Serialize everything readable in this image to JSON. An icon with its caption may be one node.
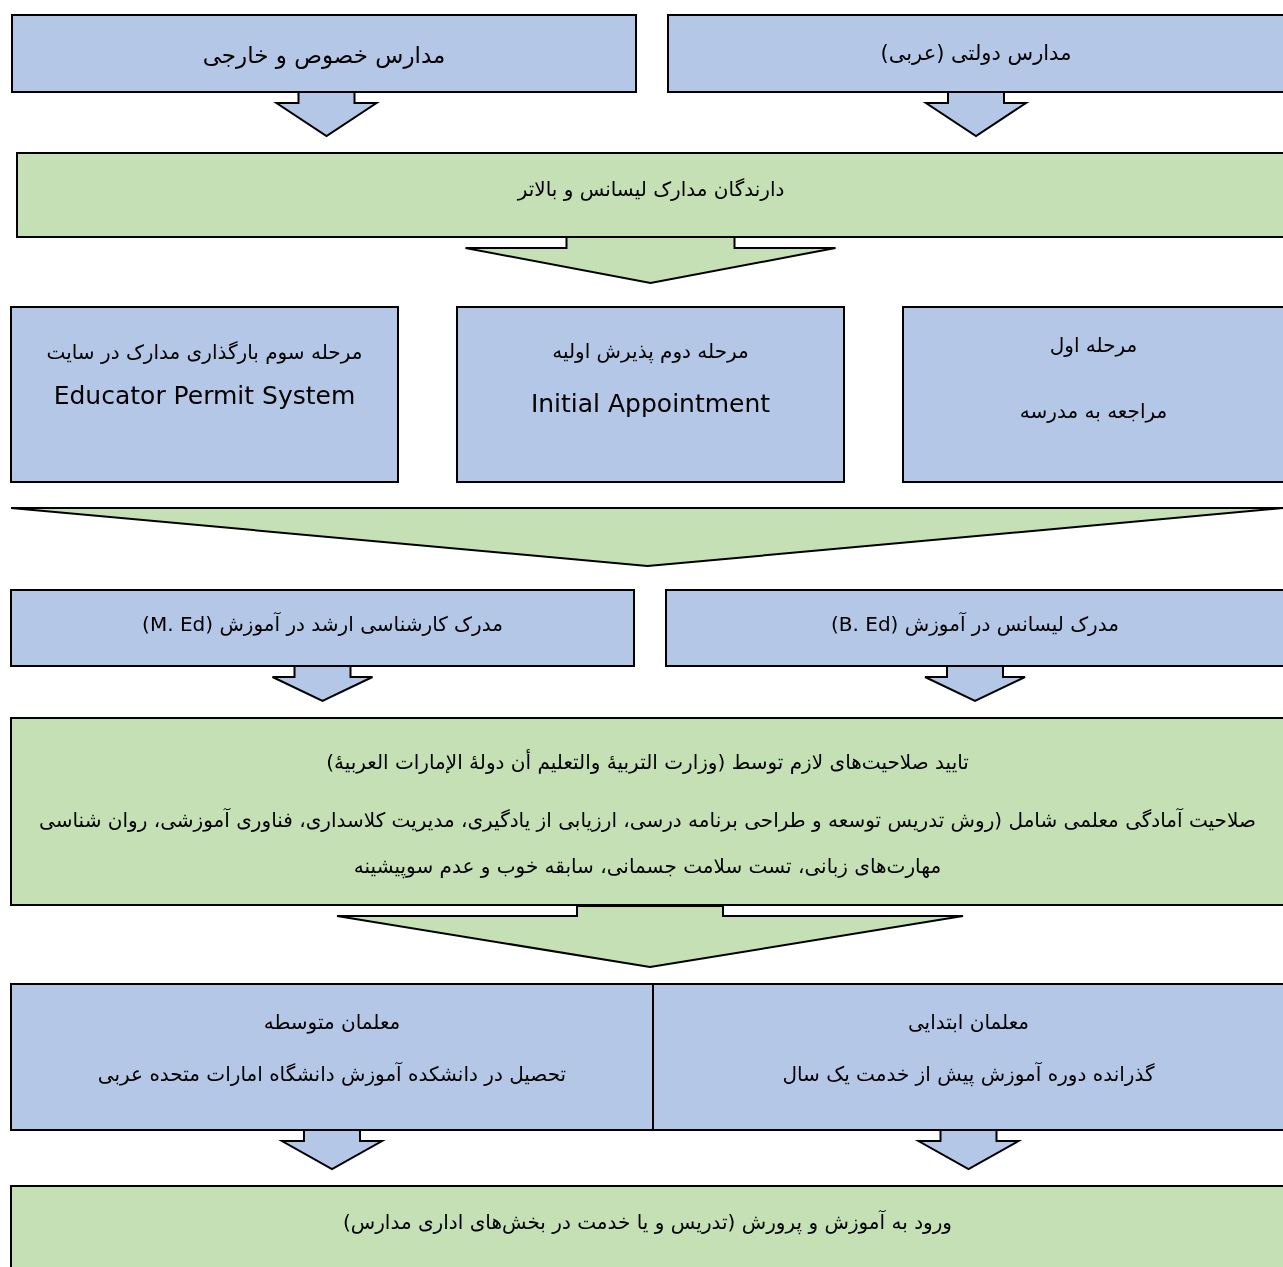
{
  "diagram": {
    "nodes": [
      {
        "text": [
          "مدارس دولتی (عربی)"
        ]
      },
      {
        "text": [
          "مدارس خصوص و خارجی"
        ]
      },
      {
        "text": [
          "دارندگان مدارک لیسانس و بالاتر"
        ]
      },
      {
        "text": [
          "مرحله اول",
          "مراجعه به مدرسه"
        ]
      },
      {
        "text": [
          "مرحله دوم پذیرش اولیه",
          "Initial Appointment"
        ]
      },
      {
        "text": [
          "مرحله سوم بارگذاری مدارک در سایت",
          "Educator Permit System"
        ]
      },
      {
        "text": [],
        "shape": "triangle"
      },
      {
        "text": [
          "مدرک لیسانس در آموزش (B. Ed)"
        ]
      },
      {
        "text": [
          "مدرک کارشناسی ارشد در آموزش (M. Ed)"
        ]
      },
      {
        "text": [
          "تایید صلاحیت‌های لازم توسط (وزارت التربیۀ والتعلیم أن دولۀ الإمارات العربیۀ)",
          "صلاحیت آمادگی معلمی شامل (روش تدریس توسعه و طراحی برنامه درسی، ارزیابی از یادگیری، مدیریت کلاسداری، فناوری آموزشی، روان شناسی مهارت‌های زبانی، تست سلامت جسمانی، سابقه خوب و عدم سوپیشینه"
        ]
      },
      {
        "text": [],
        "shape": "arrow"
      },
      {
        "text": [
          "معلمان ابتدایی",
          "گذرانده دوره آموزش پیش از خدمت یک سال"
        ]
      },
      {
        "text": [
          "معلمان متوسطه",
          "تحصیل در دانشکده آموزش دانشگاه امارات متحده عربی"
        ]
      },
      {
        "text": [
          "ورود به آموزش و پرورش (تدریس و یا خدمت در بخش‌های اداری مدارس)"
        ]
      }
    ],
    "edges": [
      {
        "from": 0,
        "to": 2,
        "arrow": "to",
        "color": "#b4c7e7"
      },
      {
        "from": 1,
        "to": 2,
        "arrow": "to",
        "color": "#b4c7e7"
      },
      {
        "from": 2,
        "to": 4,
        "arrow": "to"
      },
      {
        "from": 7,
        "to": 9,
        "arrow": "to",
        "color": "#b4c7e7"
      },
      {
        "from": 8,
        "to": 9,
        "arrow": "to",
        "color": "#b4c7e7"
      },
      {
        "from": 11,
        "to": 13,
        "arrow": "to",
        "color": "#b4c7e7"
      },
      {
        "from": 12,
        "to": 13,
        "arrow": "to",
        "color": "#b4c7e7"
      }
    ]
  }
}
